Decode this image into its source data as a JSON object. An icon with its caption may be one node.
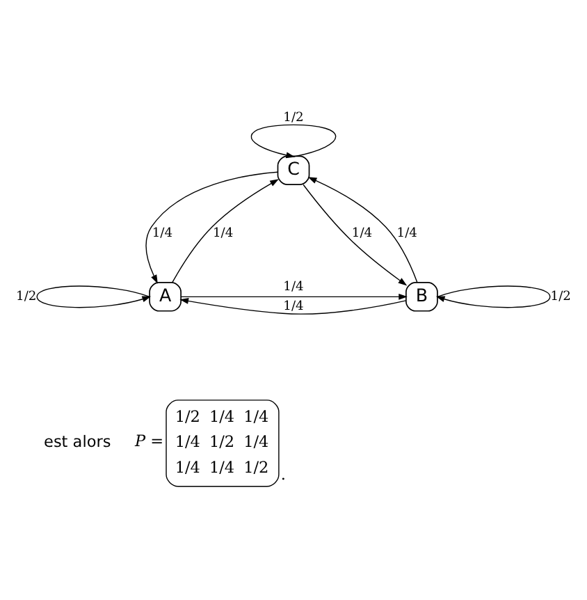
{
  "diagram": {
    "nodes": [
      {
        "text": [
          "C"
        ]
      },
      {
        "text": [
          "A"
        ]
      },
      {
        "text": [
          "B"
        ]
      }
    ],
    "edges": [
      {
        "from": 0,
        "to": 0,
        "arrow": "to",
        "label": "1/2"
      },
      {
        "from": 1,
        "to": 0,
        "arrow": "to",
        "label": "1/4"
      },
      {
        "from": 0,
        "to": 1,
        "arrow": "to",
        "label": "1/4"
      },
      {
        "from": 0,
        "to": 2,
        "arrow": "to",
        "label": "1/4"
      },
      {
        "from": 2,
        "to": 0,
        "arrow": "to",
        "label": "1/4"
      },
      {
        "from": 1,
        "to": 2,
        "arrow": "to",
        "label": "1/4"
      },
      {
        "from": 2,
        "to": 1,
        "arrow": "to",
        "label": "1/4"
      },
      {
        "from": 1,
        "to": 1,
        "arrow": "to",
        "label": "1/2"
      },
      {
        "from": 2,
        "to": 2,
        "arrow": "to",
        "label": "1/2"
      }
    ],
    "labels": [
      "est alors",
      "P =",
      "1/2",
      "1/4",
      "1/4",
      "1/4",
      "1/2",
      "1/4",
      "1/4",
      "1/4",
      "1/2",
      "."
    ]
  }
}
